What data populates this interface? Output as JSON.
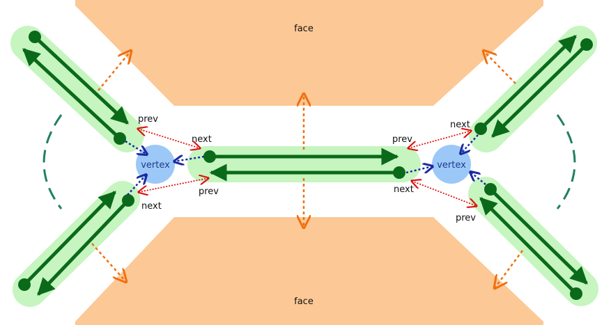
{
  "labels": {
    "face_top": "face",
    "face_bottom": "face",
    "vertex_left": "vertex",
    "vertex_right": "vertex",
    "prev_1": "prev",
    "next_1": "next",
    "next_2": "next",
    "prev_2": "prev",
    "prev_3": "prev",
    "next_3": "next",
    "next_4": "next",
    "prev_4": "prev"
  },
  "colors": {
    "face": "#fcc896",
    "edge_highlight": "#c6f5c0",
    "halfedge": "#0a6a1a",
    "vertex": "#9cc8f8",
    "vertex_pointer": "#1a2aa0",
    "prev_next_pointer": "#e01010",
    "face_pointer": "#f07010",
    "angle_arc": "#208060"
  }
}
